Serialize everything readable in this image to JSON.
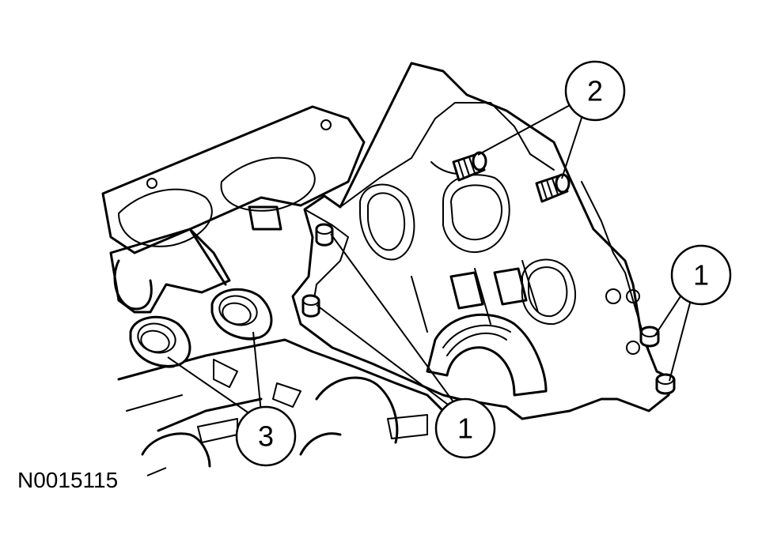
{
  "diagram": {
    "reference_code": "N0015115",
    "callouts": [
      {
        "id": "callout-1-center",
        "label": "1"
      },
      {
        "id": "callout-1-right",
        "label": "1"
      },
      {
        "id": "callout-2",
        "label": "2"
      },
      {
        "id": "callout-3",
        "label": "3"
      }
    ]
  }
}
